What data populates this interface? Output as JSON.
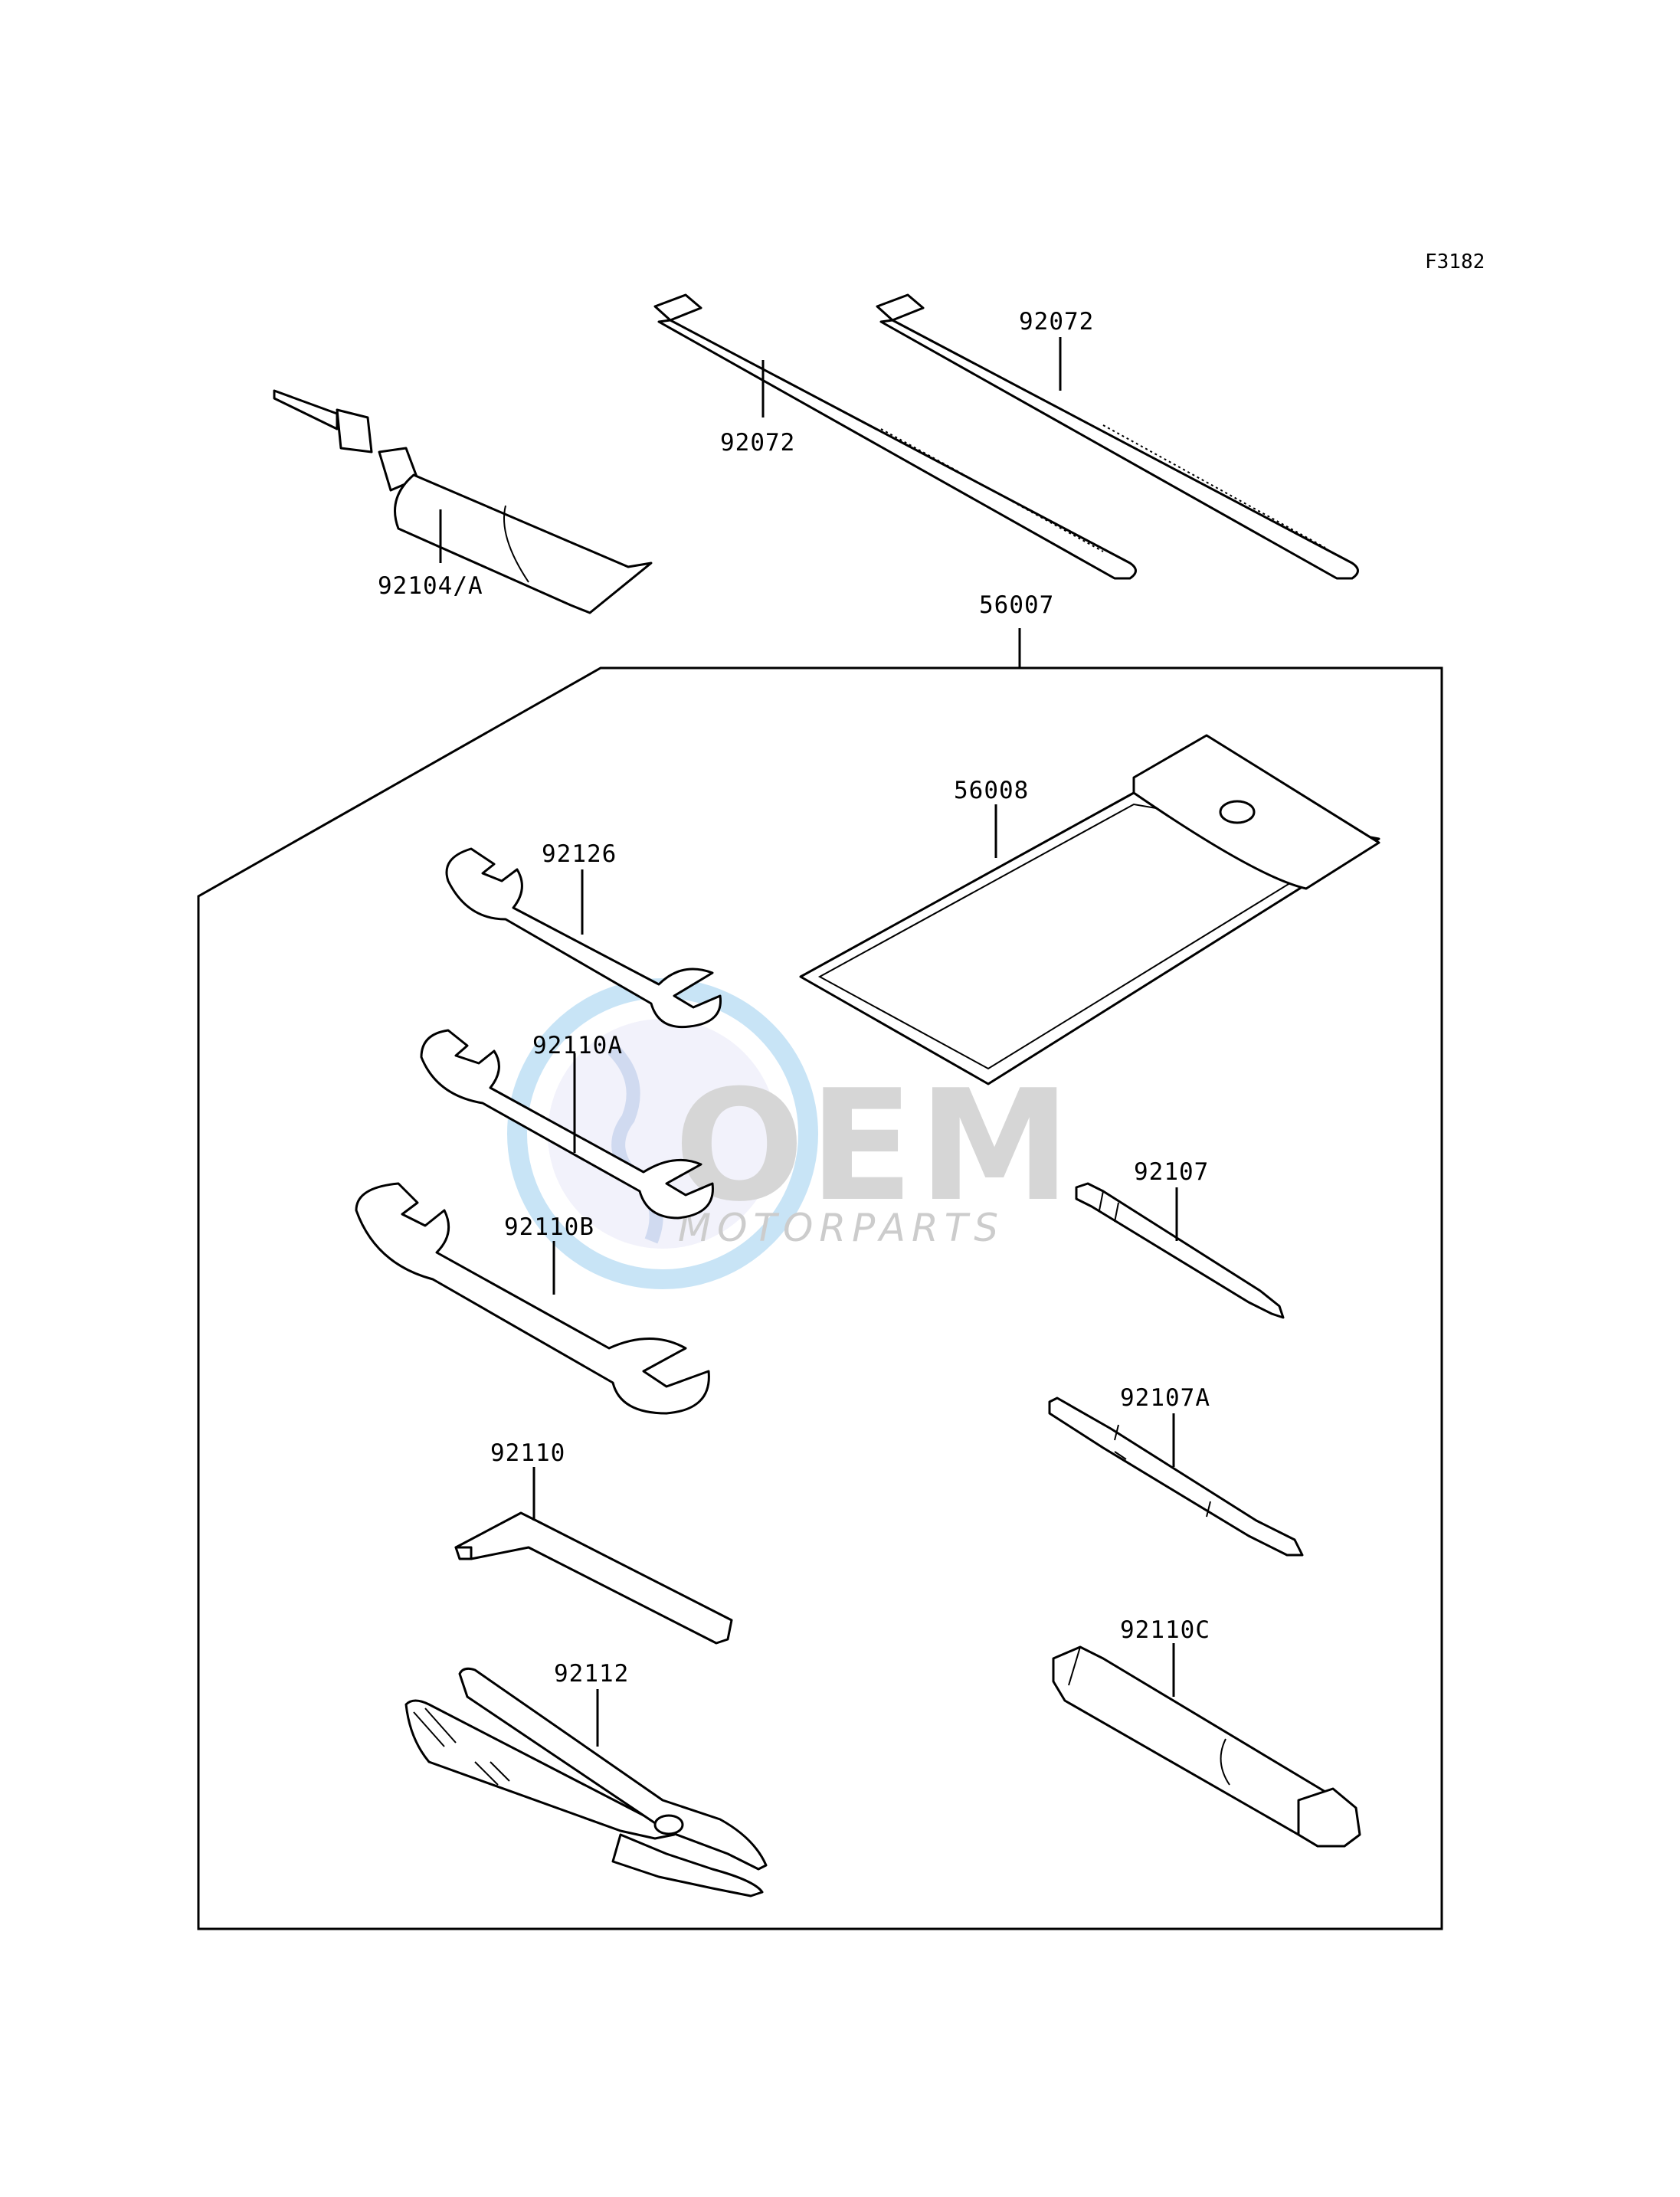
{
  "diagram": {
    "figure_code": "F3182",
    "watermark": {
      "main": "OEM",
      "sub": "MOTORPARTS"
    },
    "kit_label": "56007",
    "parts": [
      {
        "key": "tube",
        "number": "92104/A"
      },
      {
        "key": "tie_left",
        "number": "92072"
      },
      {
        "key": "tie_right",
        "number": "92072"
      },
      {
        "key": "pouch",
        "number": "56008"
      },
      {
        "key": "wrench_a",
        "number": "92126"
      },
      {
        "key": "wrench_b",
        "number": "92110A"
      },
      {
        "key": "wrench_c",
        "number": "92110B"
      },
      {
        "key": "hex_key",
        "number": "92110"
      },
      {
        "key": "pliers",
        "number": "92112"
      },
      {
        "key": "driver_1",
        "number": "92107"
      },
      {
        "key": "driver_2",
        "number": "92107A"
      },
      {
        "key": "plug_wrench",
        "number": "92110C"
      }
    ]
  }
}
